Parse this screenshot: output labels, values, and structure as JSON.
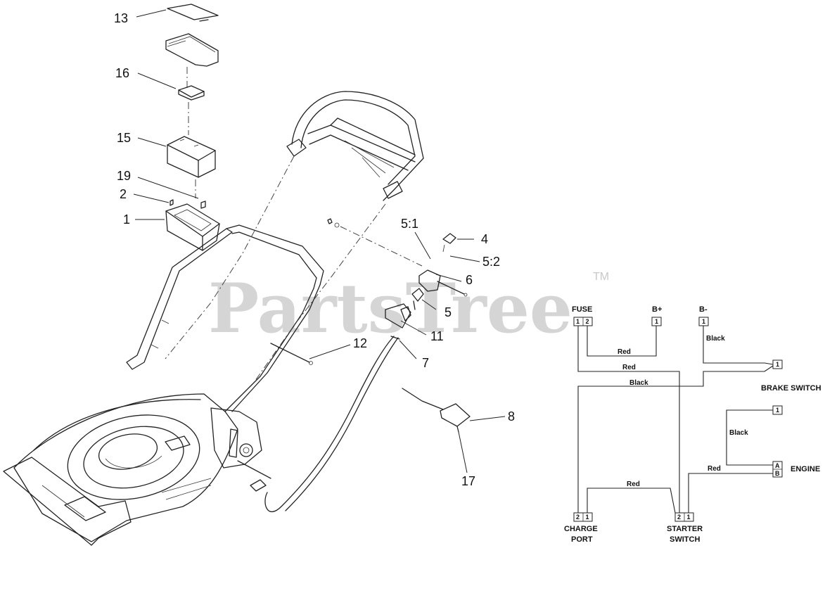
{
  "watermark": {
    "text": "PartsTree",
    "trademark": "TM"
  },
  "callouts": [
    {
      "id": "13",
      "label": "13"
    },
    {
      "id": "16",
      "label": "16"
    },
    {
      "id": "15",
      "label": "15"
    },
    {
      "id": "19",
      "label": "19"
    },
    {
      "id": "2",
      "label": "2"
    },
    {
      "id": "1",
      "label": "1"
    },
    {
      "id": "5-1",
      "label": "5:1"
    },
    {
      "id": "4",
      "label": "4"
    },
    {
      "id": "5-2",
      "label": "5:2"
    },
    {
      "id": "6",
      "label": "6"
    },
    {
      "id": "5",
      "label": "5"
    },
    {
      "id": "11",
      "label": "11"
    },
    {
      "id": "12",
      "label": "12"
    },
    {
      "id": "7",
      "label": "7"
    },
    {
      "id": "8",
      "label": "8"
    },
    {
      "id": "17",
      "label": "17"
    }
  ],
  "wiring": {
    "fuse": {
      "label": "FUSE",
      "pins": "1 2"
    },
    "b_plus": {
      "label": "B+",
      "pins": "1"
    },
    "b_minus": {
      "label": "B-",
      "pins": "1"
    },
    "brake_switch": {
      "label": "BRAKE SWITCH",
      "pins": "1"
    },
    "engine": {
      "label": "ENGINE",
      "pin_top": "1",
      "pin_a": "A",
      "pin_b": "B"
    },
    "charge_port": {
      "label_line1": "CHARGE",
      "label_line2": "PORT",
      "pins": "2 1"
    },
    "starter_switch": {
      "label_line1": "STARTER",
      "label_line2": "SWITCH",
      "pins": "2 1"
    },
    "wire_labels": {
      "red_fuse_bplus": "Red",
      "red_fuse_starter": "Red",
      "black_bminus": "Black",
      "black_charge_brake": "Black",
      "black_engine": "Black",
      "red_engine": "Red",
      "red_charge_starter": "Red"
    }
  }
}
